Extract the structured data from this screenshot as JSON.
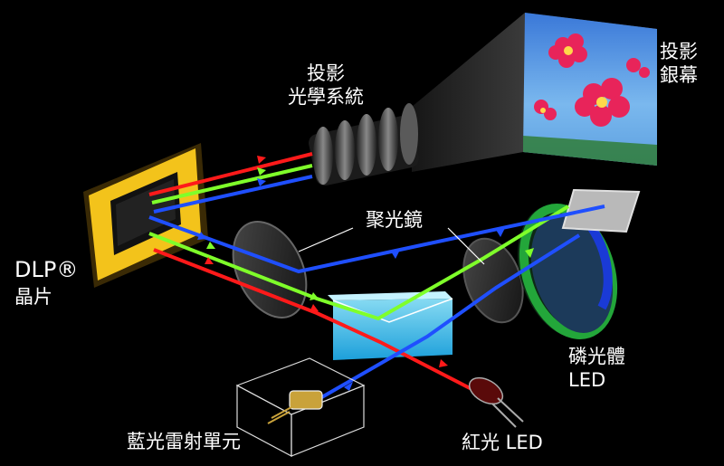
{
  "labels": {
    "dlp_chip": {
      "line1": "DLP®",
      "line2": "晶片"
    },
    "projection_optics": {
      "line1": "投影",
      "line2": "光學系統"
    },
    "projection_screen": {
      "line1": "投影",
      "line2": "銀幕"
    },
    "condenser_lens": "聚光鏡",
    "phosphor_led": {
      "line1": "磷光體",
      "line2": "LED"
    },
    "blue_laser_unit": "藍光雷射單元",
    "red_led": "紅光 LED"
  },
  "colors": {
    "red_beam": "#ff1a1a",
    "green_beam": "#7fff2a",
    "blue_beam": "#1f4fff",
    "dlp_frame": "#f3c31b",
    "prism": "#39c6f4",
    "background": "#000000"
  }
}
